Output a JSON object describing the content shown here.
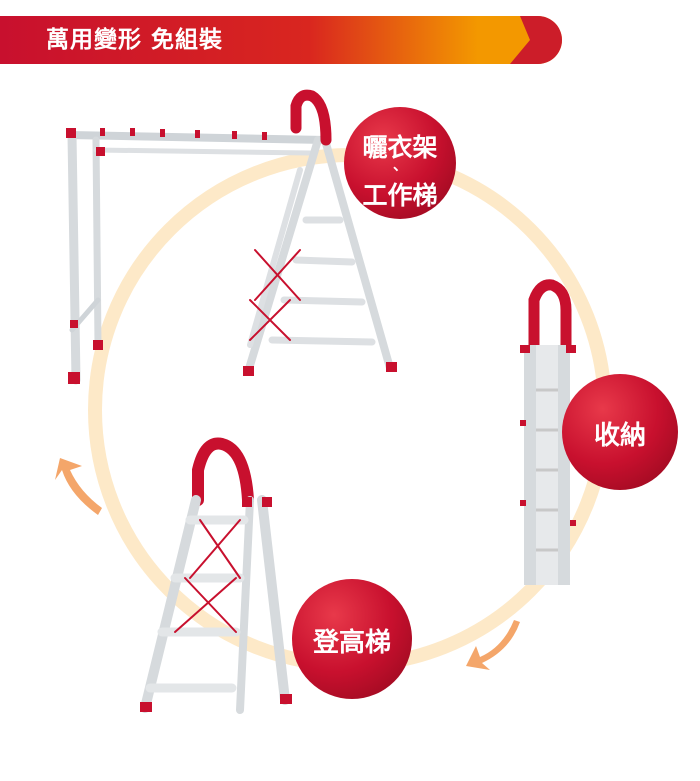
{
  "banner": {
    "title": "萬用變形 免組裝"
  },
  "badges": {
    "drying_rack": {
      "line1": "曬衣架",
      "separator": "、",
      "line2": "工作梯"
    },
    "storage": {
      "label": "收納"
    },
    "climbing": {
      "label": "登高梯"
    }
  },
  "colors": {
    "red": "#c8102e",
    "orange": "#f39800",
    "ring": "#fde9c8",
    "arrow": "#f4a66a",
    "aluminum": "#d9dde0"
  }
}
